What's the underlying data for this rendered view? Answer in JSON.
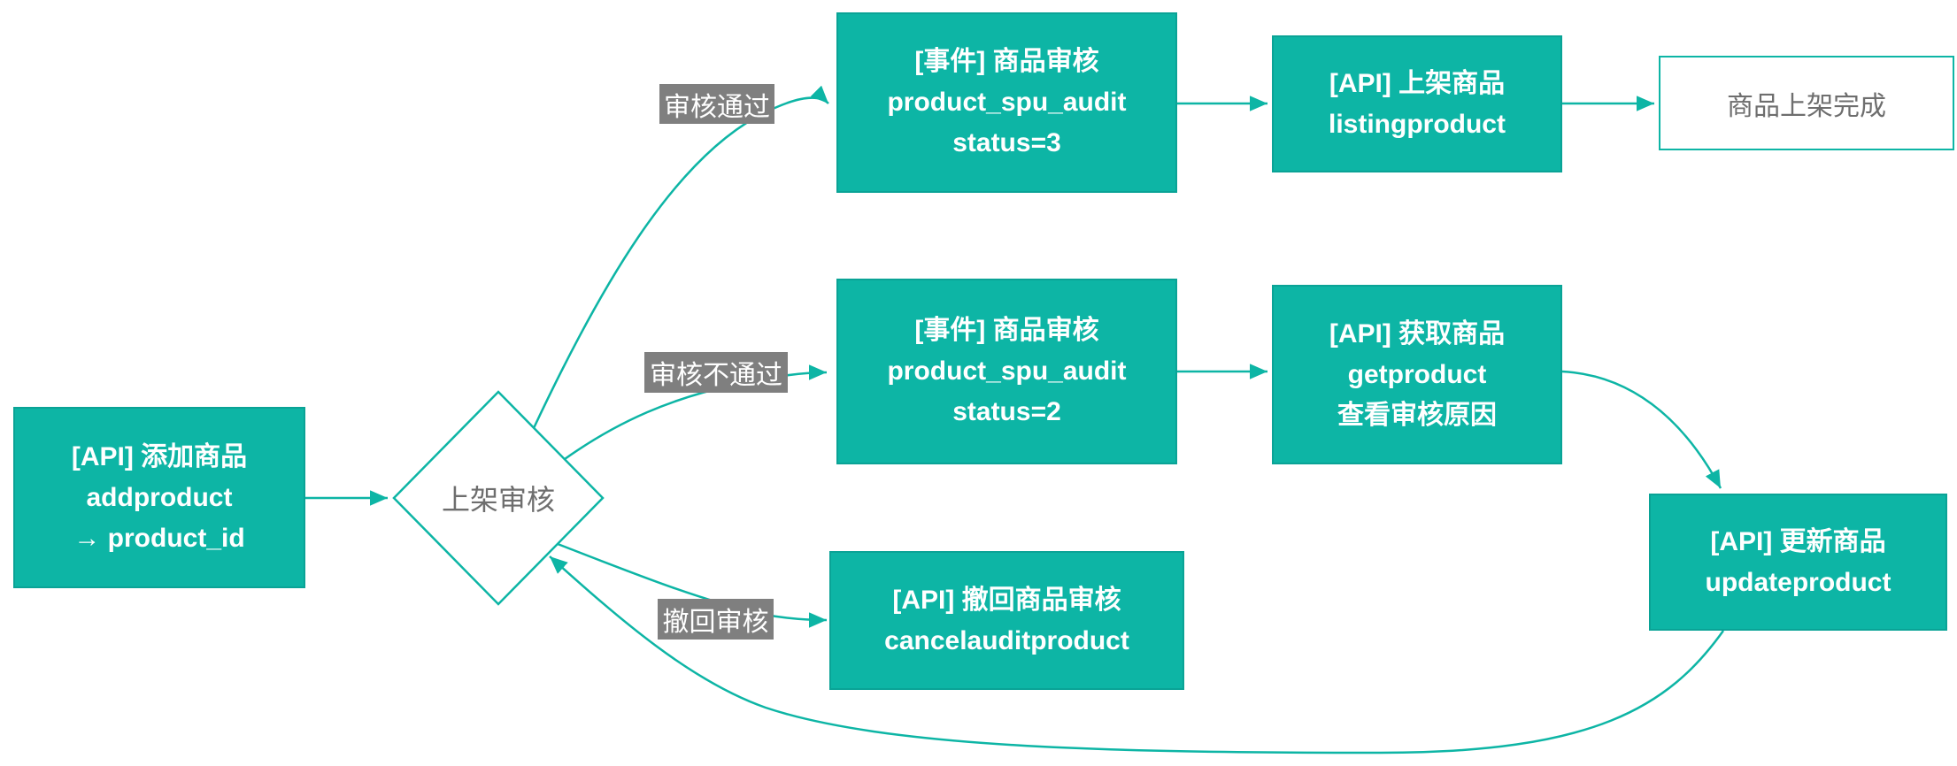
{
  "colors": {
    "teal": "#0db5a5",
    "teal_border": "#0aa396",
    "label_bg": "#7f7f7f",
    "gray_text": "#6e6e6e",
    "white": "#ffffff"
  },
  "nodes": {
    "addproduct": {
      "lines": [
        "[API] 添加商品",
        "addproduct",
        "→ product_id"
      ]
    },
    "audit_diamond": {
      "label": "上架审核"
    },
    "event_pass": {
      "lines": [
        "[事件] 商品审核",
        "product_spu_audit",
        "status=3"
      ]
    },
    "listingproduct": {
      "lines": [
        "[API] 上架商品",
        "listingproduct"
      ]
    },
    "listing_done": {
      "label": "商品上架完成"
    },
    "event_fail": {
      "lines": [
        "[事件] 商品审核",
        "product_spu_audit",
        "status=2"
      ]
    },
    "getproduct": {
      "lines": [
        "[API] 获取商品",
        "getproduct",
        "查看审核原因"
      ]
    },
    "updateproduct": {
      "lines": [
        "[API] 更新商品",
        "updateproduct"
      ]
    },
    "cancelauditproduct": {
      "lines": [
        "[API] 撤回商品审核",
        "cancelauditproduct"
      ]
    }
  },
  "edge_labels": {
    "pass": "审核通过",
    "fail": "审核不通过",
    "cancel": "撤回审核"
  }
}
